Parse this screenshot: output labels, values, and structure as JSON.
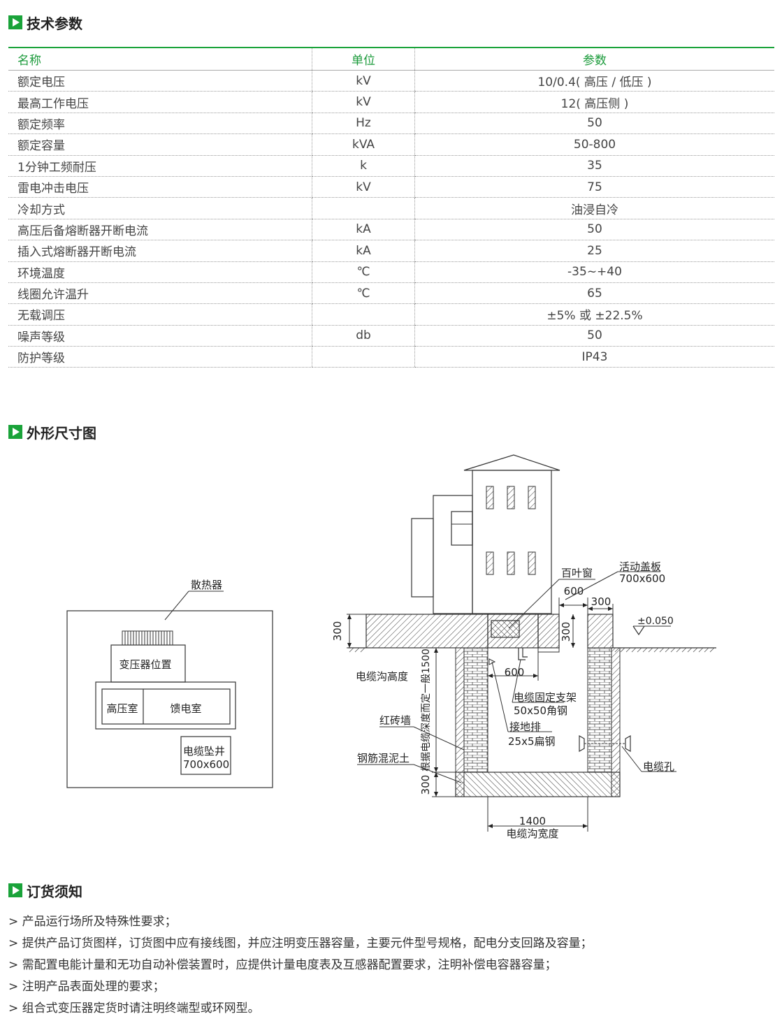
{
  "sections": {
    "specs_title": "技术参数",
    "dims_title": "外形尺寸图",
    "order_title": "订货须知"
  },
  "table": {
    "headers": [
      "名称",
      "单位",
      "参数"
    ],
    "rows": [
      [
        "额定电压",
        "kV",
        "10/0.4( 高压 / 低压 )"
      ],
      [
        "最高工作电压",
        "kV",
        "12( 高压侧 )"
      ],
      [
        "额定频率",
        "Hz",
        "50"
      ],
      [
        "额定容量",
        "kVA",
        "50-800"
      ],
      [
        "1分钟工频耐压",
        "k",
        "35"
      ],
      [
        "雷电冲击电压",
        "kV",
        "75"
      ],
      [
        "冷却方式",
        "",
        "油浸自冷"
      ],
      [
        "高压后备熔断器开断电流",
        "kA",
        "50"
      ],
      [
        "插入式熔断器开断电流",
        "kA",
        "25"
      ],
      [
        "环境温度",
        "℃",
        "-35~+40"
      ],
      [
        "线圈允许温升",
        "℃",
        "65"
      ],
      [
        "无载调压",
        "",
        "±5% 或 ±22.5%"
      ],
      [
        "噪声等级",
        "db",
        "50"
      ],
      [
        "防护等级",
        "",
        "IP43"
      ]
    ]
  },
  "plan": {
    "radiator": "散热器",
    "transformer_position": "变压器位置",
    "hv_room": "高压室",
    "feeder_room": "馈电室",
    "cable_pit": "电缆坠井",
    "cable_pit_size": "700x600"
  },
  "section_view": {
    "louver": "百叶窗",
    "cover": "活动盖板",
    "cover_size": "700x600",
    "dim_600_top": "600",
    "dim_300_top": "300",
    "level": "±0.050",
    "dim_300_left": "300",
    "dim_300_mid": "300",
    "trench_height": "电缆沟高度",
    "trench_height_note": "根据电缆深度而定一般1500",
    "dim_600_mid": "600",
    "bracket": "电缆固定支架",
    "bracket_spec": "50x50角钢",
    "ground_bar": "接地排",
    "ground_bar_spec": "25x5扁钢",
    "brick_wall": "红砖墙",
    "concrete": "钢筋混泥土",
    "cable_hole": "电缆孔",
    "dim_300_bottom": "300",
    "width_value": "1400",
    "trench_width": "电缆沟宽度"
  },
  "notes": [
    "> 产品运行场所及特殊性要求；",
    "> 提供产品订货图样，订货图中应有接线图，并应注明变压器容量，主要元件型号规格，配电分支回路及容量；",
    "> 需配置电能计量和无功自动补偿装置时，应提供计量电度表及互感器配置要求，注明补偿电容器容量；",
    "> 注明产品表面处理的要求；",
    "> 组合式变压器定货时请注明终端型或环网型。"
  ],
  "colors": {
    "accent": "#1aa33a",
    "header_text": "#1a9a3a"
  }
}
